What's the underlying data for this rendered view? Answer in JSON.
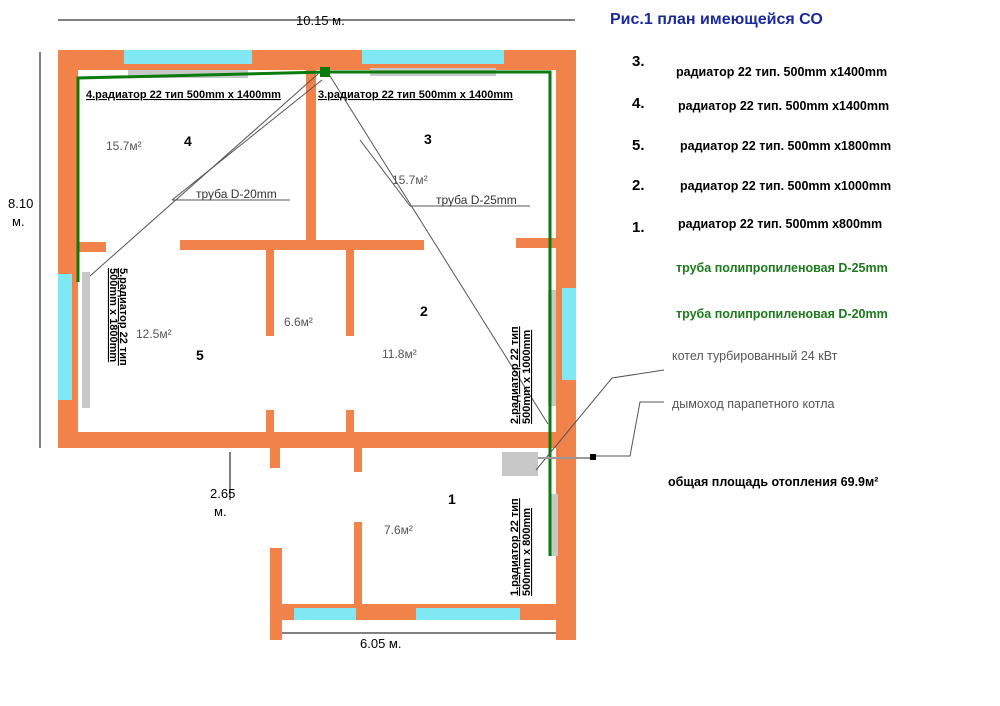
{
  "dimensions": {
    "top": "10.15 м.",
    "left_value": "8.10",
    "left_unit": "м.",
    "step_value": "2.65",
    "step_unit": "м.",
    "bottom": "6.05 м."
  },
  "rooms": [
    {
      "number": "4",
      "area": "15.7м²"
    },
    {
      "number": "3",
      "area": "15.7м²"
    },
    {
      "number": "5",
      "area": "12.5м²"
    },
    {
      "number": "",
      "area": "6.6м²"
    },
    {
      "number": "2",
      "area": "11.8м²"
    },
    {
      "number": "1",
      "area": "7.6м²"
    }
  ],
  "radiator_labels": {
    "r4": "4.радиатор 22 тип 500mm х 1400mm",
    "r3": "3.радиатор 22 тип 500mm х 1400mm",
    "r5_line1": "5.радиатор 22 тип",
    "r5_line2": "500mm x 1800mm",
    "r2_line1": "2.радиатор 22 тип",
    "r2_line2": "500mm x 1000mm",
    "r1_line1": "1.радиатор 22 тип",
    "r1_line2": "500mm x 800mm"
  },
  "pipe_labels": {
    "d20": "труба D-20mm",
    "d25": "труба D-25mm"
  },
  "legend": {
    "title": "Рис.1 план имеющейся СО",
    "items": [
      {
        "num": "3.",
        "text": "радиатор 22 тип. 500mm x1400mm"
      },
      {
        "num": "4.",
        "text": "радиатор 22 тип. 500mm x1400mm"
      },
      {
        "num": "5.",
        "text": "радиатор 22 тип. 500mm x1800mm"
      },
      {
        "num": "2.",
        "text": "радиатор 22 тип. 500mm x1000mm"
      },
      {
        "num": "1.",
        "text": "радиатор 22 тип. 500mm x800mm"
      }
    ],
    "pipe25": "труба полипропиленовая D-25mm",
    "pipe20": "труба полипропиленовая D-20mm",
    "boiler": "котел турбированный 24 кВт",
    "chimney": "дымоход парапетного котла",
    "total": "общая площадь отопления 69.9м²"
  },
  "colors": {
    "wall": "#f0824a",
    "window": "#80e8f2",
    "radiator": "#c8c8c8",
    "pipe": "#0c7a0c",
    "boiler": "#c8c8c8"
  }
}
